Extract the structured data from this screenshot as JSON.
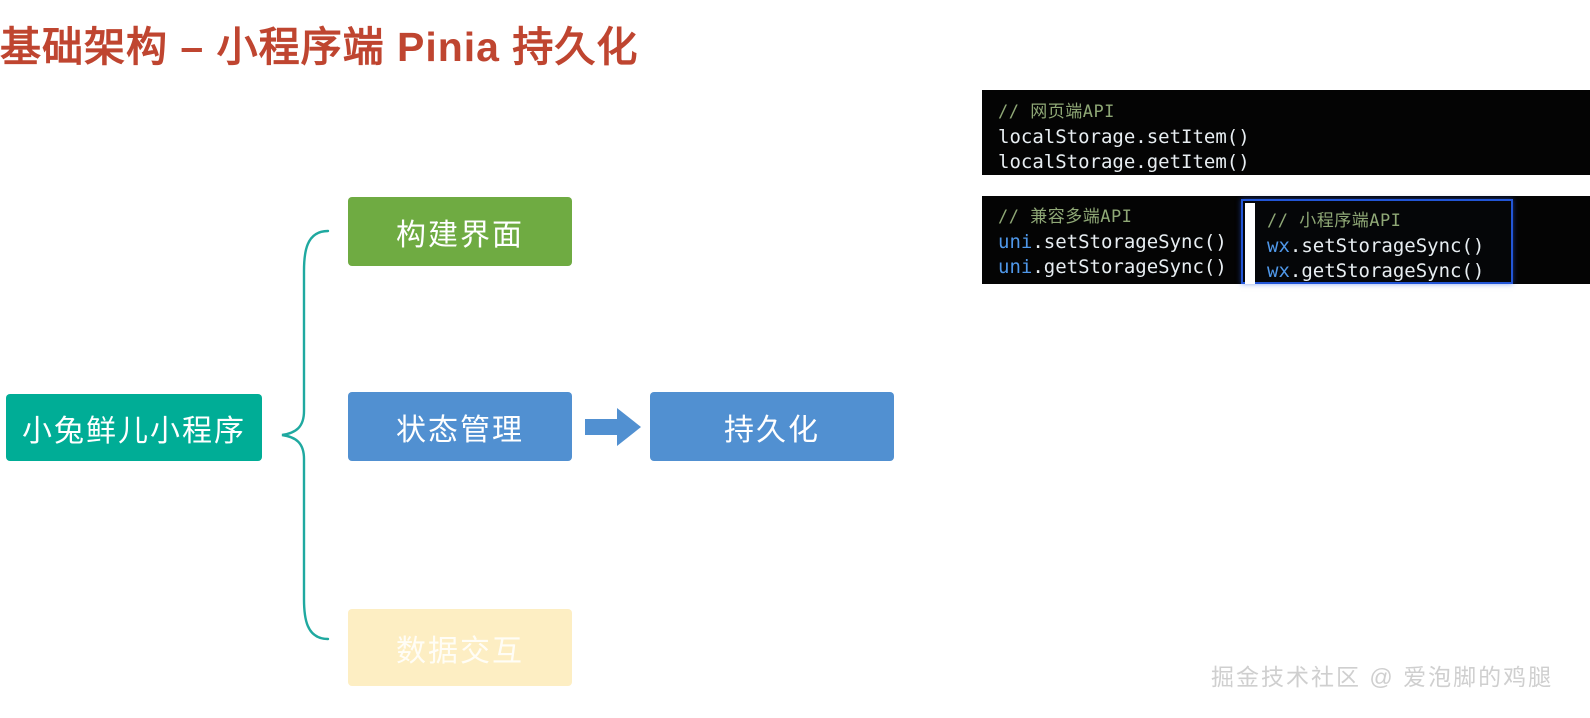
{
  "slide": {
    "title": "基础架构 – 小程序端 Pinia 持久化",
    "title_color": "#bf4530",
    "background": "#ffffff"
  },
  "diagram": {
    "root": {
      "label": "小兔鲜儿小程序",
      "color": "#00ad96"
    },
    "branches": [
      {
        "label": "构建界面",
        "color": "#6fab42"
      },
      {
        "label": "状态管理",
        "color": "#5190d1"
      },
      {
        "label": "数据交互",
        "color": "#fdeec3"
      }
    ],
    "target": {
      "label": "持久化",
      "color": "#5190d1"
    },
    "arrow": {
      "name": "right-arrow",
      "color": "#5190d1"
    },
    "brace": {
      "name": "curly-brace",
      "color": "#1fa9a0"
    }
  },
  "code_blocks": [
    {
      "id": "web-api",
      "comment": "// 网页端API",
      "lines": [
        {
          "prefix": "",
          "rest": "localStorage.setItem()"
        },
        {
          "prefix": "",
          "rest": "localStorage.getItem()"
        }
      ]
    },
    {
      "id": "uni-api",
      "comment": "// 兼容多端API",
      "lines": [
        {
          "prefix": "uni",
          "rest": ".setStorageSync()"
        },
        {
          "prefix": "uni",
          "rest": ".getStorageSync()"
        }
      ]
    },
    {
      "id": "wx-api",
      "comment": "// 小程序端API",
      "highlighted": true,
      "border_color": "#2255d6",
      "lines": [
        {
          "prefix": "wx",
          "rest": ".setStorageSync()"
        },
        {
          "prefix": "wx",
          "rest": ".getStorageSync()"
        }
      ]
    }
  ],
  "watermark": "掘金技术社区 @ 爱泡脚的鸡腿"
}
